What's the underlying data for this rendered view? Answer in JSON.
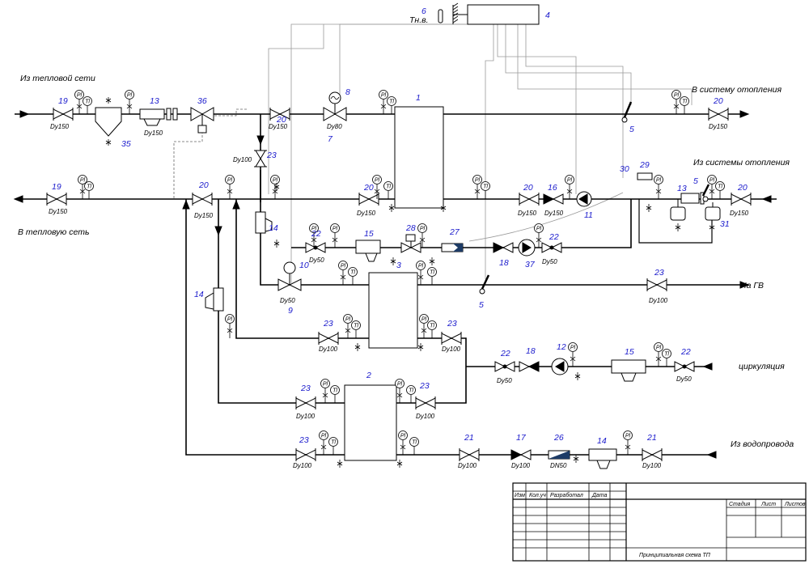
{
  "labels": {
    "from_heat_network": "Из тепловой сети",
    "to_heat_network": "В тепловую сеть",
    "to_heating_system": "В систему отопления",
    "from_heating_system": "Из системы отопления",
    "to_hot_water": "На ГВ",
    "circulation": "циркуляция",
    "from_water_supply": "Из водопровода",
    "outdoor_temp": "Тн.в."
  },
  "gauges": {
    "pressure": "Pl",
    "temperature": "Tl"
  },
  "numbers": {
    "n1": "1",
    "n2": "2",
    "n3": "3",
    "n4": "4",
    "n5": "5",
    "n6": "6",
    "n7": "7",
    "n8": "8",
    "n9": "9",
    "n10": "10",
    "n11": "11",
    "n12": "12",
    "n13": "13",
    "n14": "14",
    "n15": "15",
    "n16": "16",
    "n17": "17",
    "n18": "18",
    "n19": "19",
    "n20": "20",
    "n21": "21",
    "n22": "22",
    "n23": "23",
    "n26": "26",
    "n27": "27",
    "n28": "28",
    "n29": "29",
    "n30": "30",
    "n31": "31",
    "n35": "35",
    "n36": "36",
    "n37": "37"
  },
  "dn": {
    "dy150": "Dy150",
    "dy100": "Dy100",
    "dy80": "Dy80",
    "dy50": "Dy50",
    "dn50": "DN50"
  },
  "title_block": {
    "col_izm": "Изм",
    "col_kol": "Кол.уч",
    "col_razr": "Разработал",
    "col_data": "Дата",
    "stadia": "Стадия",
    "list": "Лист",
    "listov": "Листов",
    "title": "Принципиальная схема ТП"
  }
}
